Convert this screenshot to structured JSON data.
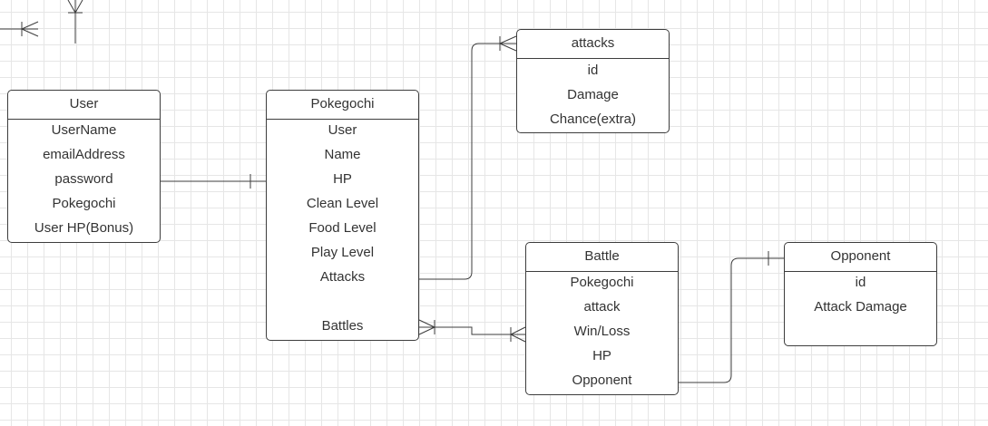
{
  "diagram": {
    "entities": [
      {
        "id": "user",
        "name": "User",
        "fields": [
          "UserName",
          "emailAddress",
          "password",
          "Pokegochi",
          "User HP(Bonus)"
        ]
      },
      {
        "id": "pokegochi",
        "name": "Pokegochi",
        "fields": [
          "User",
          "Name",
          "HP",
          "Clean Level",
          "Food Level",
          "Play Level",
          "Attacks",
          "",
          "Battles"
        ]
      },
      {
        "id": "attacks",
        "name": "attacks",
        "fields": [
          "id",
          "Damage",
          "Chance(extra)"
        ]
      },
      {
        "id": "battle",
        "name": "Battle",
        "fields": [
          "Pokegochi",
          "attack",
          "Win/Loss",
          "HP",
          "Opponent"
        ]
      },
      {
        "id": "opponent",
        "name": "Opponent",
        "fields": [
          "id",
          "Attack Damage"
        ]
      }
    ],
    "relationships": [
      {
        "from": "user",
        "to": "pokegochi",
        "from_end": "none",
        "to_end": "one"
      },
      {
        "from": "pokegochi",
        "to": "attacks",
        "from_end": "none",
        "to_end": "many"
      },
      {
        "from": "pokegochi",
        "to": "battle",
        "from_end": "one-or-many",
        "to_end": "many"
      },
      {
        "from": "battle",
        "to": "opponent",
        "from_end": "none",
        "to_end": "one"
      }
    ],
    "legend": {
      "symbols": [
        "many",
        "one-or-many"
      ]
    },
    "colors": {
      "line": "#3d3d3d",
      "grid": "#e6e6e6",
      "text": "#333333",
      "background": "#ffffff"
    }
  }
}
